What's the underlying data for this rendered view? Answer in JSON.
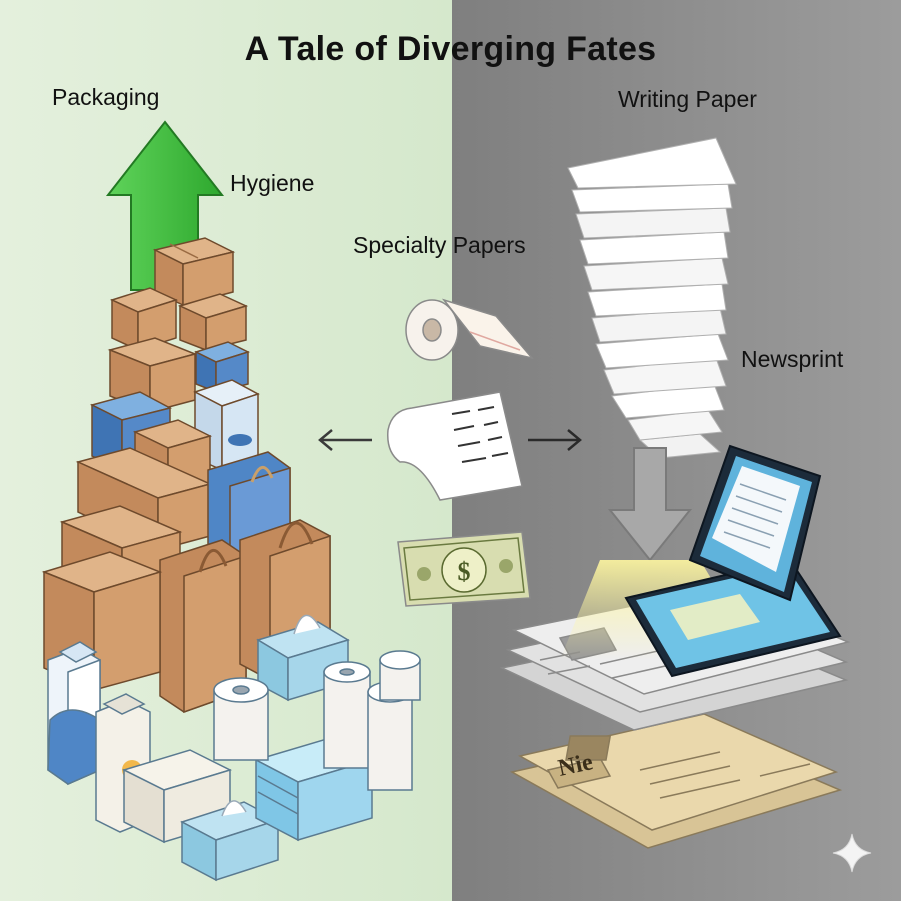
{
  "title": "A Tale of Diverging Fates",
  "labels": {
    "packaging": "Packaging",
    "hygiene": "Hygiene",
    "specialty": "Specialty Papers",
    "writing": "Writing Paper",
    "newsprint": "Newsprint"
  },
  "newspaper_masthead": "Nie",
  "banknote_symbol": "$",
  "colors": {
    "left_bg": "#dcebd5",
    "right_bg": "#8c8c8c",
    "growth_arrow": "#3fbf3f",
    "decline_arrow": "#9a9a9a",
    "cardboard": "#c9946a",
    "blue_box": "#4f86c6",
    "tablet_screen": "#6fc3e6"
  },
  "icons": [
    "growth-arrow-icon",
    "decline-arrow-icon",
    "left-arrow-icon",
    "right-arrow-icon",
    "sparkle-icon"
  ]
}
